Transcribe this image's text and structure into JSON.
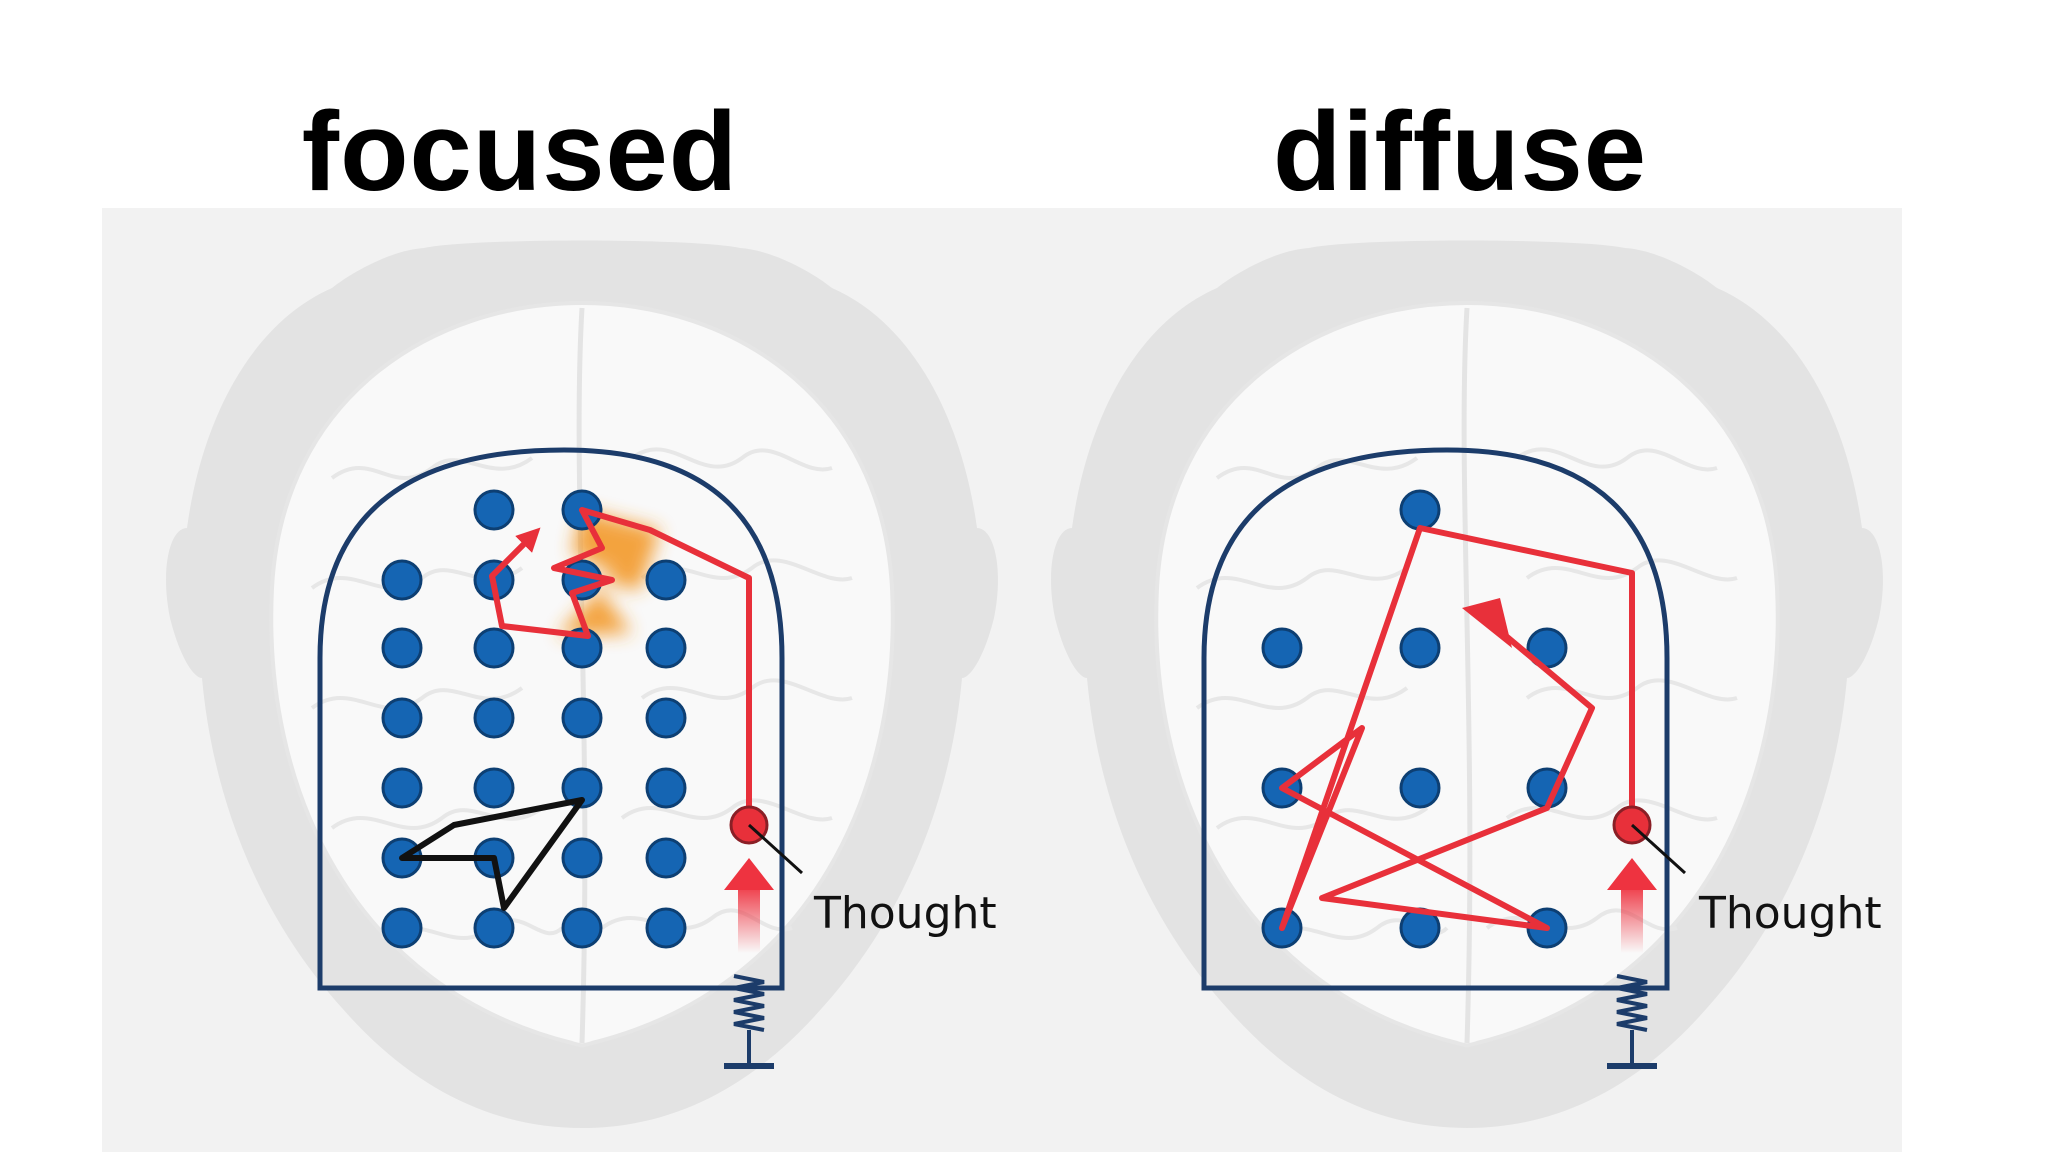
{
  "titles": {
    "left": "focused",
    "right": "diffuse"
  },
  "label": "Thought",
  "colors": {
    "background": "#ffffff",
    "panel": "#f2f2f2",
    "head": "#e3e3e3",
    "brain": "#f9f9f9",
    "frame": "#1c3c6a",
    "node": "#1565b3",
    "path": "#e8303a",
    "focus_glow": "#f39a2a",
    "loop": "#111111"
  }
}
